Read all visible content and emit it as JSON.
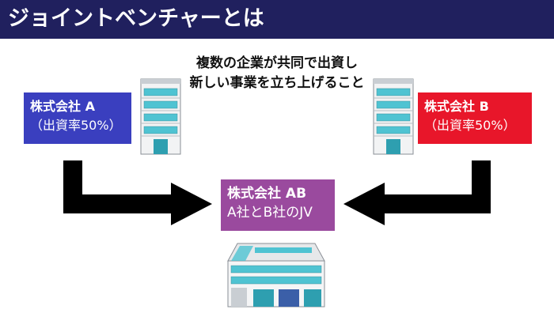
{
  "title": "ジョイントベンチャーとは",
  "description": {
    "line1": "複数の企業が共同で出資し",
    "line2": "新しい事業を立ち上げること"
  },
  "company_a": {
    "name": "株式会社 A",
    "share": "（出資率50%）",
    "color": "#3a3fbf"
  },
  "company_b": {
    "name": "株式会社 B",
    "share": "（出資率50%）",
    "color": "#e8162a"
  },
  "joint_venture": {
    "name": "株式会社 AB",
    "sub": "A社とB社のJV",
    "color": "#9a4a9e"
  },
  "colors": {
    "title_bar": "#20205e",
    "arrow": "#000000",
    "building_accent": "#4fc3d2"
  },
  "icons": [
    "office-building-icon",
    "office-building-icon",
    "large-office-building-icon",
    "arrow-right-icon",
    "arrow-left-icon"
  ]
}
